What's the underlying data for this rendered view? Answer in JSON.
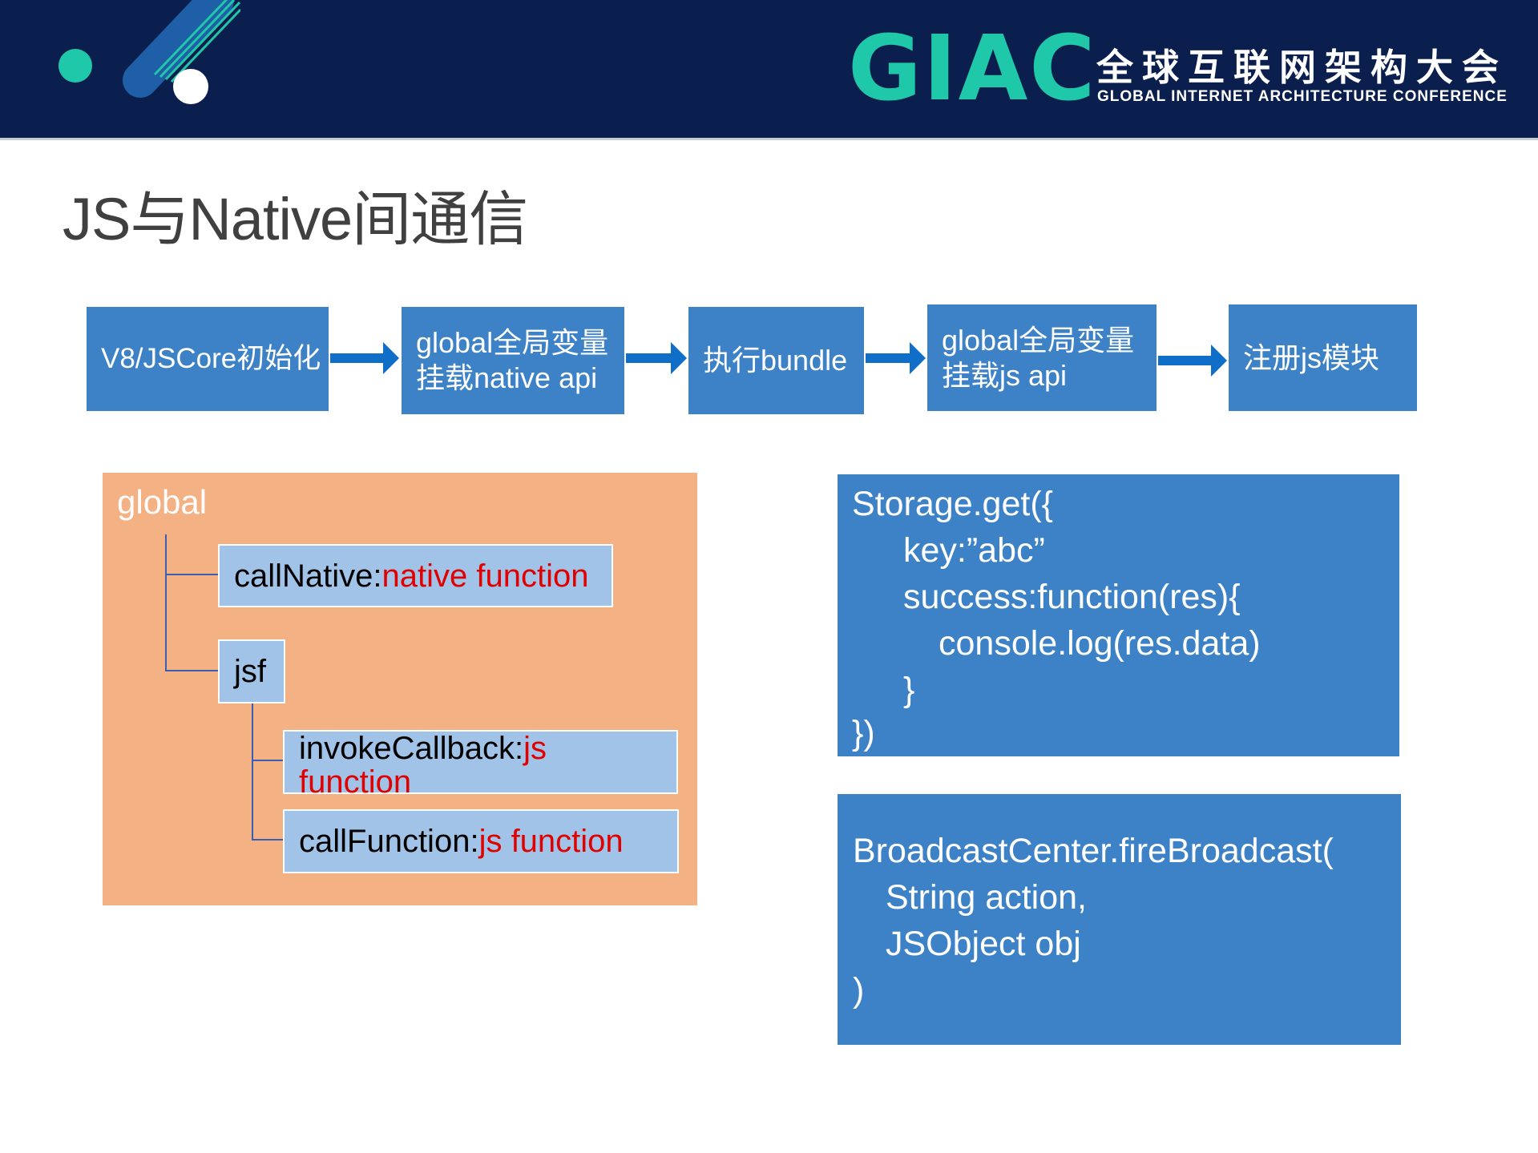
{
  "header": {
    "logo": "GIAC",
    "conference_cn": "全球互联网架构大会",
    "conference_en": "GLOBAL INTERNET ARCHITECTURE CONFERENCE",
    "colors": {
      "background": "#0a1f4e",
      "accent": "#1fc8a8"
    }
  },
  "page_title": "JS与Native间通信",
  "flow": {
    "steps": [
      "V8/JSCore初始化",
      "global全局变量\n挂载native api",
      "执行bundle",
      "global全局变量\n挂载js api",
      "注册js模块"
    ],
    "colors": {
      "box": "#3d82c6",
      "arrow": "#0f6ec8"
    }
  },
  "global_tree": {
    "root": "global",
    "call_native": {
      "name": "callNative:",
      "type": "native function"
    },
    "jsf": "jsf",
    "invoke_callback": {
      "name": "invokeCallback:",
      "type_line1": "js",
      "type_line2": "function"
    },
    "call_function": {
      "name": "callFunction:",
      "type": "js function"
    },
    "colors": {
      "panel": "#f4b183",
      "node": "#a1c3e8",
      "highlight": "#e00000"
    }
  },
  "storage_code": {
    "lines": [
      "Storage.get({",
      "key:”abc”",
      "success:function(res){",
      "console.log(res.data)",
      "}",
      "})"
    ]
  },
  "broadcast_code": {
    "lines": [
      "BroadcastCenter.fireBroadcast(",
      "String action,",
      "JSObject obj",
      ")"
    ]
  }
}
